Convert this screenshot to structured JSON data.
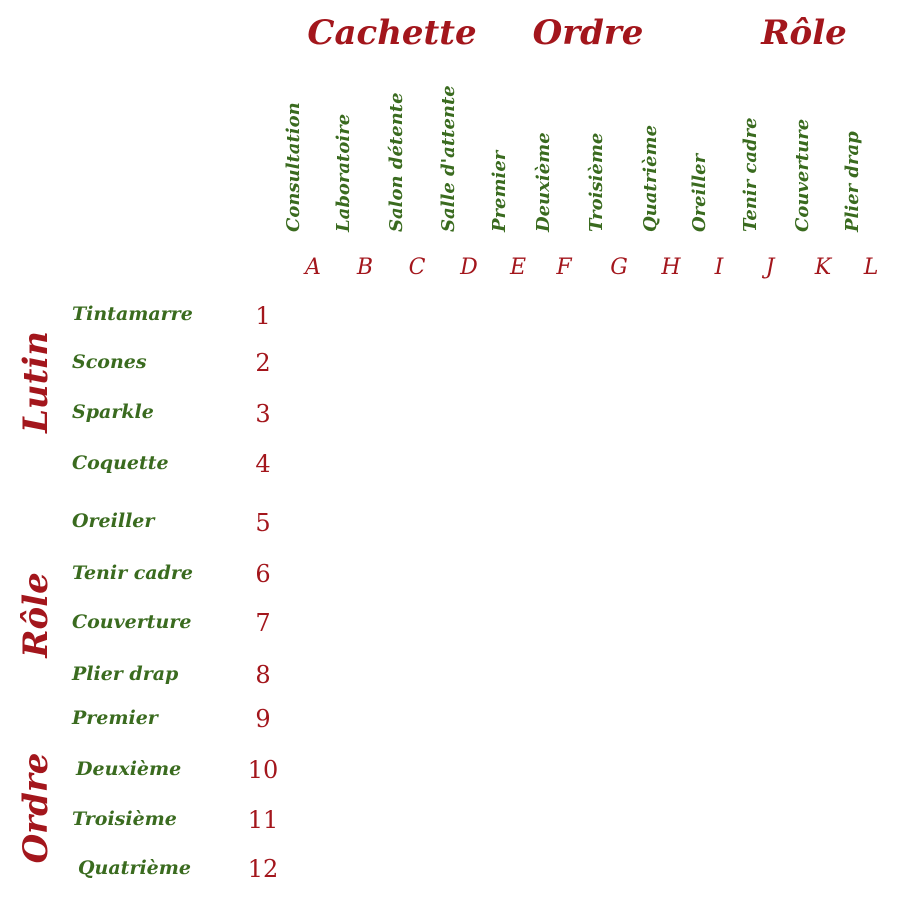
{
  "header_groups": [
    {
      "title": "Cachette"
    },
    {
      "title": "Ordre"
    },
    {
      "title": "Rôle"
    }
  ],
  "columns": [
    {
      "label": "Consultation",
      "letter": "A"
    },
    {
      "label": "Laboratoire",
      "letter": "B"
    },
    {
      "label": "Salon détente",
      "letter": "C"
    },
    {
      "label": "Salle d'attente",
      "letter": "D"
    },
    {
      "label": "Premier",
      "letter": "E"
    },
    {
      "label": "Deuxième",
      "letter": "F"
    },
    {
      "label": "Troisième",
      "letter": "G"
    },
    {
      "label": "Quatrième",
      "letter": "H"
    },
    {
      "label": "Oreiller",
      "letter": "I"
    },
    {
      "label": "Tenir cadre",
      "letter": "J"
    },
    {
      "label": "Couverture",
      "letter": "K"
    },
    {
      "label": "Plier drap",
      "letter": "L"
    }
  ],
  "side_groups": [
    {
      "title": "Lutin"
    },
    {
      "title": "Rôle"
    },
    {
      "title": "Ordre"
    }
  ],
  "rows": [
    {
      "label": "Tintamarre",
      "number": "1"
    },
    {
      "label": "Scones",
      "number": "2"
    },
    {
      "label": "Sparkle",
      "number": "3"
    },
    {
      "label": "Coquette",
      "number": "4"
    },
    {
      "label": "Oreiller",
      "number": "5"
    },
    {
      "label": "Tenir cadre",
      "number": "6"
    },
    {
      "label": "Couverture",
      "number": "7"
    },
    {
      "label": "Plier drap",
      "number": "8"
    },
    {
      "label": "Premier",
      "number": "9"
    },
    {
      "label": "Deuxième",
      "number": "10"
    },
    {
      "label": "Troisième",
      "number": "11"
    },
    {
      "label": "Quatrième",
      "number": "12"
    }
  ],
  "colors": {
    "accent_red": "#a3161c",
    "label_green": "#3a6b1f",
    "background": "#ffffff"
  }
}
